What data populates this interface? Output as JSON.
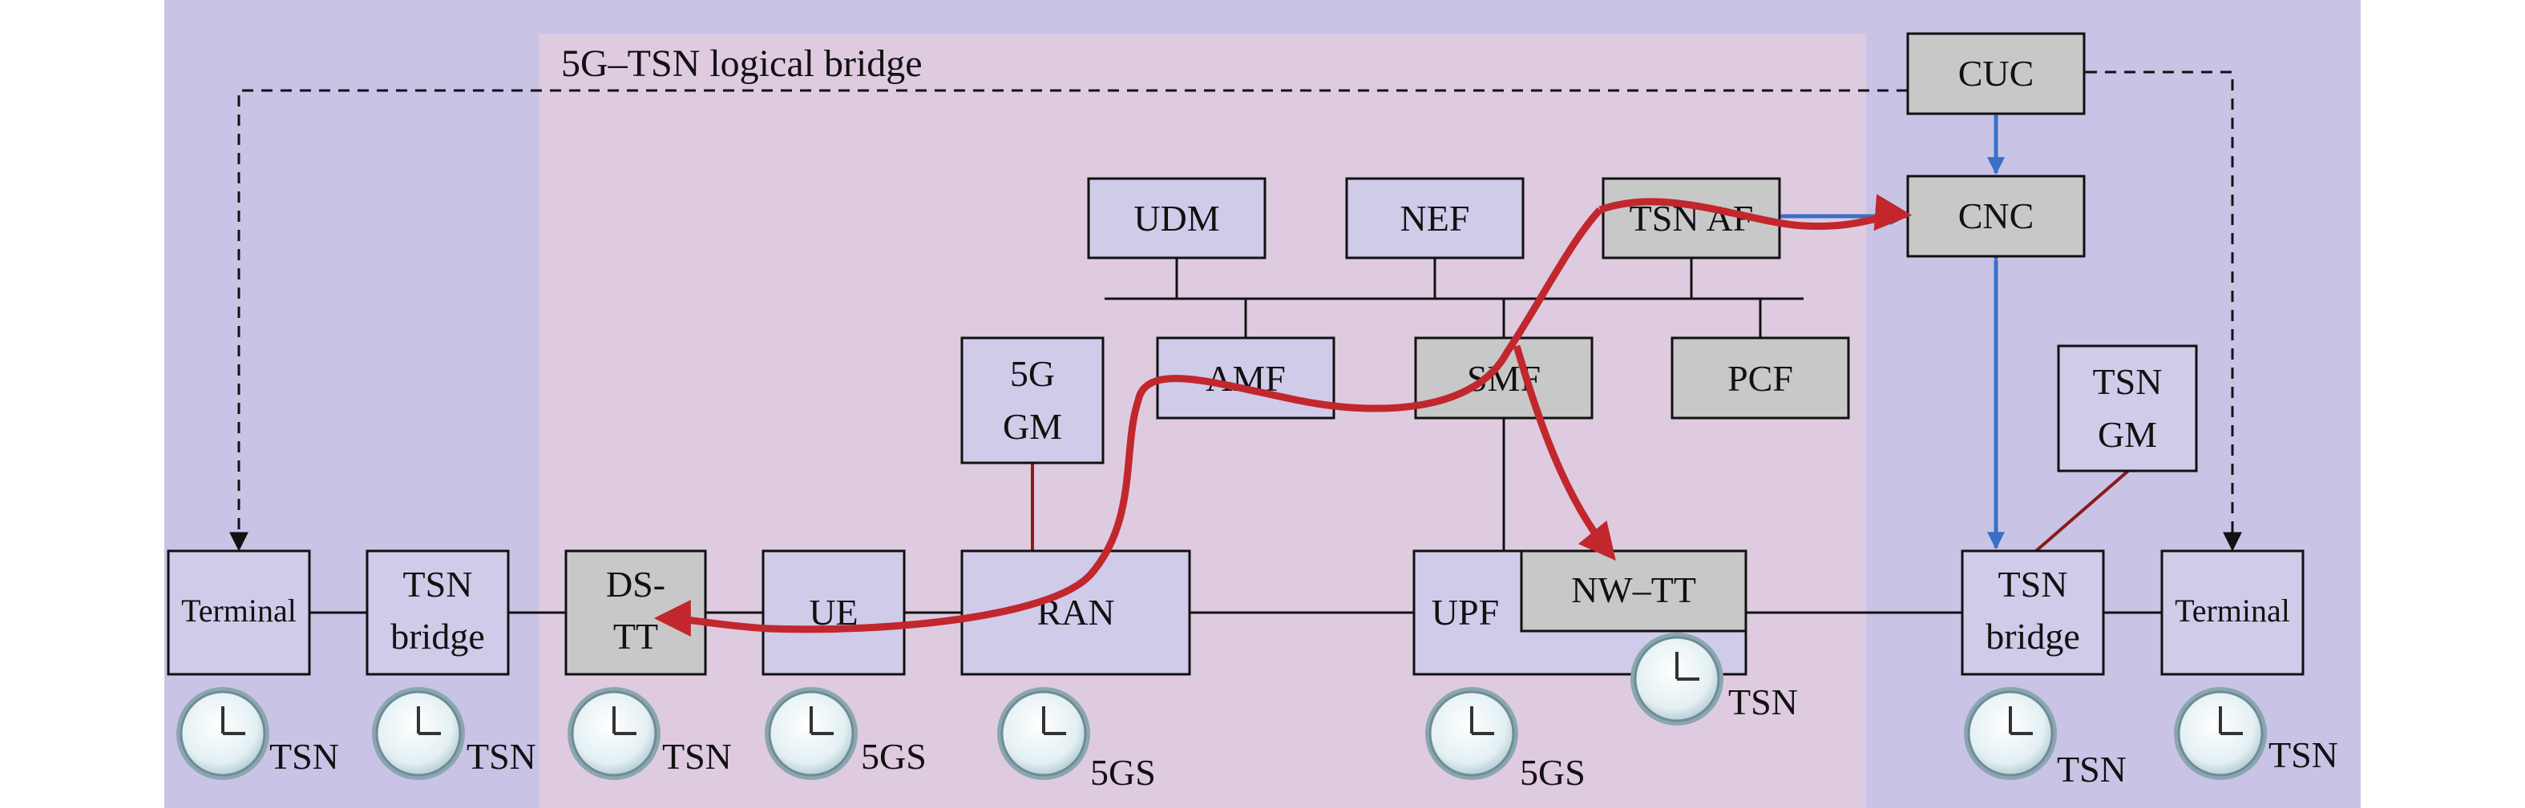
{
  "title": "5G–TSN logical bridge",
  "colors": {
    "outer_bg": "#c9c3e6",
    "bridge_bg": "#decbe0",
    "box_white": "#cfcbe9",
    "box_gray": "#c8c8c8",
    "flow_red": "#c1272d",
    "link_blue": "#3a6fc6",
    "gm_line": "#8b1a1a"
  },
  "nodes": {
    "cuc": "CUC",
    "cnc": "CNC",
    "udm": "UDM",
    "nef": "NEF",
    "tsn_af": "TSN AF",
    "amf": "AMF",
    "smf": "SMF",
    "pcf": "PCF",
    "gm5g_l1": "5G",
    "gm5g_l2": "GM",
    "tsngm_l1": "TSN",
    "tsngm_l2": "GM",
    "terminal_left": "Terminal",
    "tsn_bridge_left_l1": "TSN",
    "tsn_bridge_left_l2": "bridge",
    "dstt_l1": "DS-",
    "dstt_l2": "TT",
    "ue": "UE",
    "ran": "RAN",
    "upf": "UPF",
    "nwtt": "NW–TT",
    "tsn_bridge_right_l1": "TSN",
    "tsn_bridge_right_l2": "bridge",
    "terminal_right": "Terminal"
  },
  "clock_labels": {
    "terminal_left": "TSN",
    "tsn_bridge_left": "TSN",
    "dstt": "TSN",
    "ue": "5GS",
    "ran": "5GS",
    "upf": "5GS",
    "nwtt": "TSN",
    "tsn_bridge_right": "TSN",
    "terminal_right": "TSN"
  }
}
